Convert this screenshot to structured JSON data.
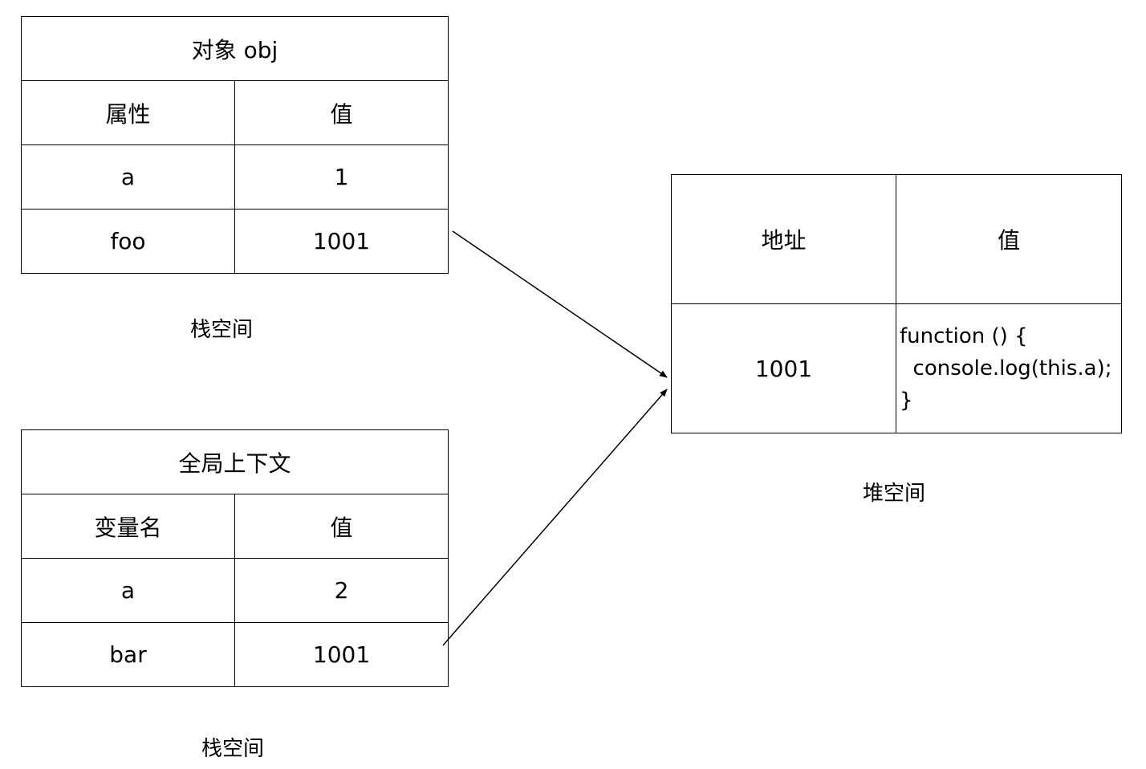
{
  "obj_table": {
    "title": "对象 obj",
    "header": [
      "属性",
      "值"
    ],
    "rows": [
      [
        "a",
        "1"
      ],
      [
        "foo",
        "1001"
      ]
    ],
    "caption": "栈空间"
  },
  "global_table": {
    "title": "全局上下文",
    "header": [
      "变量名",
      "值"
    ],
    "rows": [
      [
        "a",
        "2"
      ],
      [
        "bar",
        "1001"
      ]
    ],
    "caption": "栈空间"
  },
  "heap_table": {
    "header": [
      "地址",
      "值"
    ],
    "rows": [
      [
        "1001",
        "function () {\n  console.log(this.a);\n}"
      ]
    ],
    "caption": "堆空间"
  },
  "colors": {
    "line": "#000000",
    "background": "#ffffff"
  }
}
